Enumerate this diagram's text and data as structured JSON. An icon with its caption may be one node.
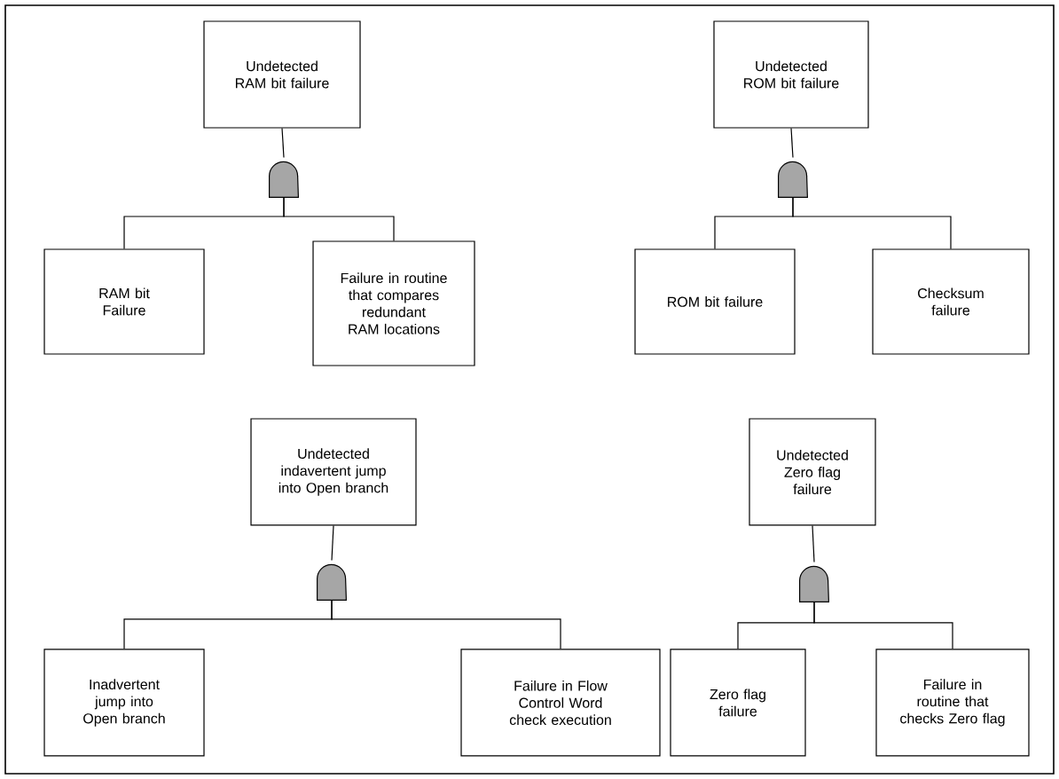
{
  "diagram": {
    "nodes": [
      {
        "text": [
          "Undetected RAM bit failure"
        ]
      },
      {
        "text": [],
        "shape": "gate"
      },
      {
        "text": [
          "RAM bit Failure"
        ]
      },
      {
        "text": [
          "Failure in routine that compares redundant RAM locations"
        ]
      },
      {
        "text": [
          "Undetected ROM bit failure"
        ]
      },
      {
        "text": [],
        "shape": "gate"
      },
      {
        "text": [
          "ROM bit failure"
        ]
      },
      {
        "text": [
          "Checksum failure"
        ]
      },
      {
        "text": [
          "Undetected indavertent jump into Open branch"
        ]
      },
      {
        "text": [],
        "shape": "gate"
      },
      {
        "text": [
          "Inadvertent jump into Open branch"
        ]
      },
      {
        "text": [
          "Failure in Flow Control Word check execution"
        ]
      },
      {
        "text": [
          "Undetected Zero flag failure"
        ]
      },
      {
        "text": [],
        "shape": "gate"
      },
      {
        "text": [
          "Zero flag failure"
        ]
      },
      {
        "text": [
          "Failure in routine that checks Zero flag"
        ]
      }
    ],
    "edges": [
      {
        "from": 0,
        "to": 1,
        "arrow": "none"
      },
      {
        "from": 1,
        "to": 2,
        "arrow": "none"
      },
      {
        "from": 1,
        "to": 3,
        "arrow": "none"
      },
      {
        "from": 4,
        "to": 5,
        "arrow": "none"
      },
      {
        "from": 5,
        "to": 6,
        "arrow": "none"
      },
      {
        "from": 5,
        "to": 7,
        "arrow": "none"
      },
      {
        "from": 8,
        "to": 9,
        "arrow": "none"
      },
      {
        "from": 9,
        "to": 10,
        "arrow": "none"
      },
      {
        "from": 9,
        "to": 11,
        "arrow": "none"
      },
      {
        "from": 12,
        "to": 13,
        "arrow": "none"
      },
      {
        "from": 13,
        "to": 14,
        "arrow": "none"
      },
      {
        "from": 13,
        "to": 15,
        "arrow": "none"
      }
    ]
  }
}
